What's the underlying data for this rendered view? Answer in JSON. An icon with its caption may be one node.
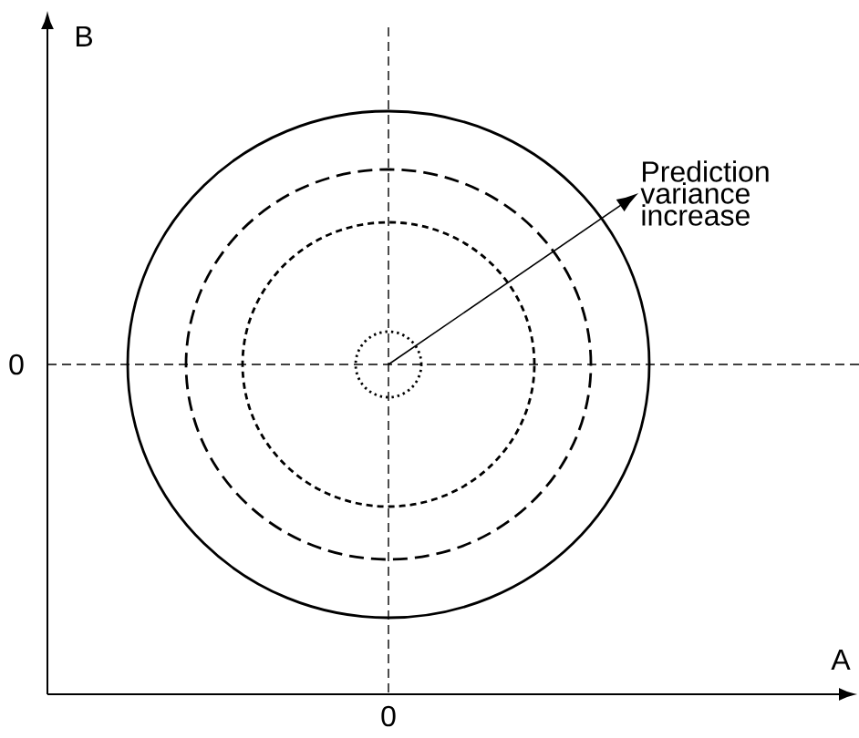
{
  "diagram": {
    "nodes": [
      {
        "text": [
          "Prediction variance increase"
        ]
      },
      {
        "text": [],
        "shape": "circle"
      }
    ],
    "edges": [
      {
        "from": 1,
        "to": 0,
        "arrow": "to"
      }
    ],
    "labels": [
      "B",
      "0",
      "A",
      "0"
    ]
  }
}
